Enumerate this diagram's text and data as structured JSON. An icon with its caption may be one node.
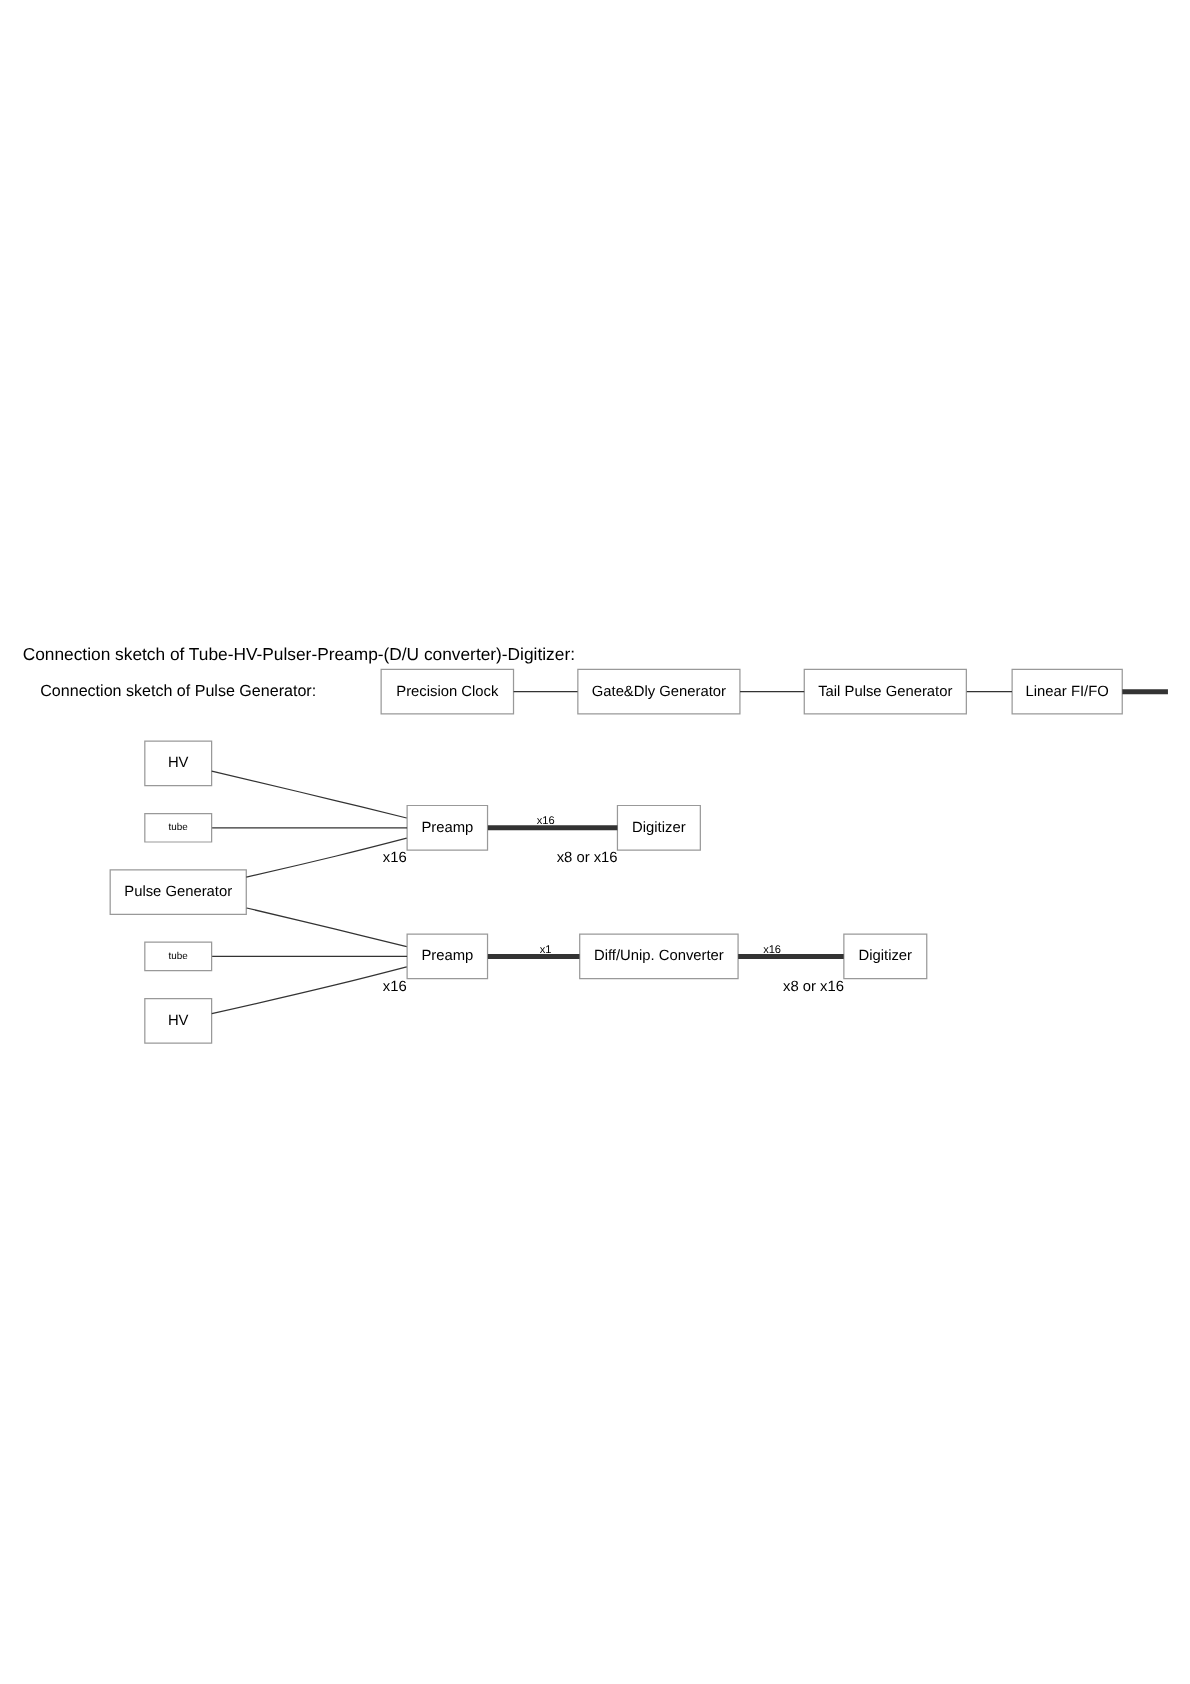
{
  "diagram": {
    "title": "Connection sketch of Tube-HV-Pulser-Preamp-(D/U converter)-Digitizer:",
    "nodes": [
      {
        "text": [
          "HV"
        ]
      },
      {
        "text": [
          "tube"
        ]
      },
      {
        "text": [
          "Preamp"
        ],
        "beside": [
          "x16"
        ]
      },
      {
        "text": [
          "Digitizer"
        ],
        "beside": [
          "x8 or x16"
        ]
      },
      {
        "text": [
          "Pulse Generator"
        ]
      },
      {
        "text": [
          "tube"
        ]
      },
      {
        "text": [
          "Preamp"
        ],
        "beside": [
          "x16"
        ]
      },
      {
        "text": [
          "Diff/Unip. Converter"
        ]
      },
      {
        "text": [
          "Digitizer"
        ],
        "beside": [
          "x8 or x16"
        ]
      },
      {
        "text": [
          "HV"
        ]
      },
      {
        "text": [
          "Precision Clock"
        ]
      },
      {
        "text": [
          "Gate&Dly Generator"
        ]
      },
      {
        "text": [
          "Tail Pulse Generator"
        ]
      },
      {
        "text": [
          "Linear FI/FO"
        ]
      }
    ],
    "edges": [
      {
        "from": 0,
        "to": 2,
        "arrow": "none"
      },
      {
        "from": 1,
        "to": 2,
        "arrow": "none"
      },
      {
        "from": 2,
        "to": 3,
        "arrow": "none",
        "label": "x16",
        "style": "thick"
      },
      {
        "from": 4,
        "to": 2,
        "arrow": "none"
      },
      {
        "from": 4,
        "to": 6,
        "arrow": "none"
      },
      {
        "from": 5,
        "to": 6,
        "arrow": "none"
      },
      {
        "from": 6,
        "to": 7,
        "arrow": "none",
        "label": "x1",
        "style": "thick"
      },
      {
        "from": 7,
        "to": 8,
        "arrow": "none",
        "label": "x16",
        "style": "thick"
      },
      {
        "from": 9,
        "to": 6,
        "arrow": "none"
      },
      {
        "from": 10,
        "to": 11,
        "arrow": "none"
      },
      {
        "from": 11,
        "to": 12,
        "arrow": "none"
      },
      {
        "from": 12,
        "to": 13,
        "arrow": "none"
      },
      {
        "from": 13,
        "to": null,
        "arrow": "none",
        "style": "thick"
      }
    ],
    "labels": [
      "Connection sketch of Pulse Generator:"
    ]
  }
}
